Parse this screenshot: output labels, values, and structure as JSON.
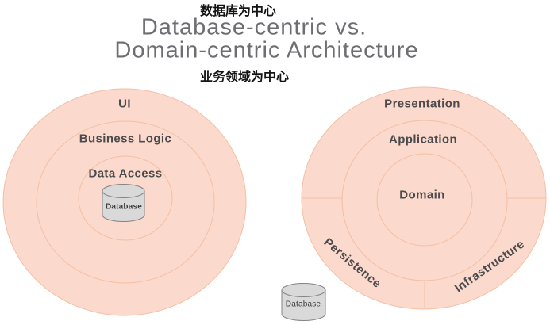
{
  "header": {
    "annotation_top": "数据库为中心",
    "title_line_1": "Database-centric vs.",
    "title_line_2": "Domain-centric Architecture",
    "annotation_bottom": "业务领域为中心"
  },
  "left_diagram": {
    "ring_labels": [
      "UI",
      "Business Logic",
      "Data Access"
    ],
    "database_label": "Database"
  },
  "right_diagram": {
    "ring_labels": [
      "Presentation",
      "Application",
      "Domain"
    ],
    "segment_labels": [
      "Persistence",
      "Infrastructure"
    ],
    "database_label": "Database"
  },
  "colors": {
    "circle_fill": "#fbd9cc",
    "circle_stroke": "#f3bfa4",
    "label_text": "#4a4a4c",
    "title_text": "#6d6e71",
    "annotation_text": "#141414",
    "cylinder_fill": "#d9d9d9",
    "cylinder_stroke": "#848484"
  }
}
